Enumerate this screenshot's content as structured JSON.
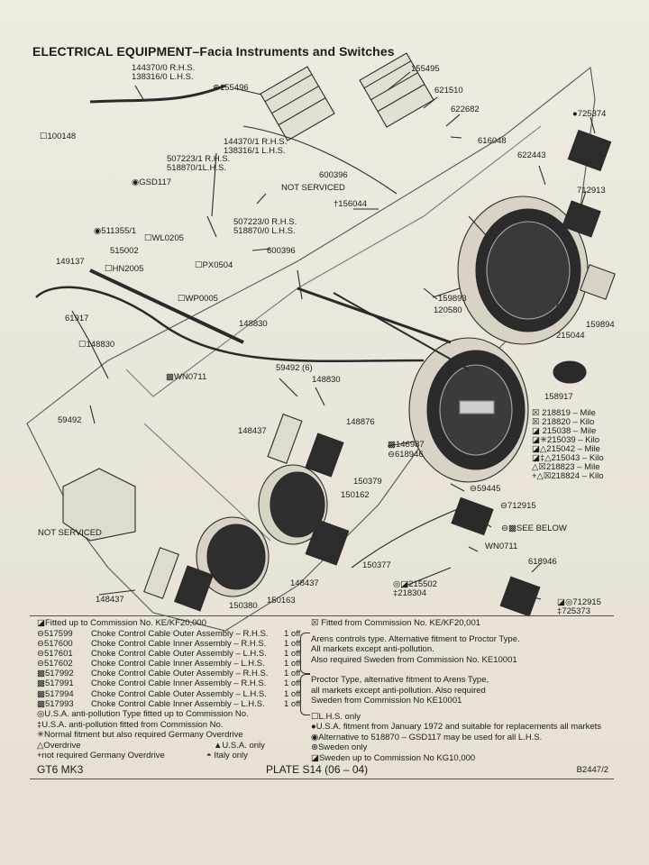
{
  "title": {
    "main": "ELECTRICAL EQUIPMENT",
    "sub": "Facia Instruments and Switches"
  },
  "labels": {
    "p1": "144370/0 R.H.S.",
    "p2": "138316/0 L.H.S.",
    "p3": "⊕155496",
    "p4": "155495",
    "p5": "621510",
    "p6": "622682",
    "p7": "●725374",
    "p8": "☐100148",
    "p9": "144370/1 R.H.S.",
    "p10": "138316/1 L.H.S.",
    "p11": "616048",
    "p12": "622443",
    "p13": "600396",
    "p14": "507223/1 R.H.S.",
    "p15": "518870/1L.H.S.",
    "p16": "◉GSD117",
    "p17": "NOT SERVICED",
    "p18": "712913",
    "p19": "†156044",
    "p20": "507223/0 R.H.S.",
    "p21": "518870/0 L.H.S.",
    "p22": "◉511355/1",
    "p23": "☐WL0205",
    "p24": "600396",
    "p25": "515002",
    "p26": "149137",
    "p27": "☐HN2005",
    "p28": "☐PX0504",
    "p29": "☐WP0005",
    "p30": "159893",
    "p31": "120580",
    "p32": "159894",
    "p33": "61917",
    "p34": "148830",
    "p35": "215044",
    "p36": "☐148830",
    "p37": "▩WN0711",
    "p38": "59492 (6)",
    "p39": "148830",
    "p40": "158917",
    "p41": "59492",
    "p42": "148876",
    "p43": "148437",
    "p44": "▩146987",
    "p45": "⊖618946",
    "p46": "150379",
    "p47": "150162",
    "p48": "⊖59445",
    "p49": "⊖712915",
    "p50": "⊖▩SEE BELOW",
    "p51": "WN0711",
    "p52": "NOT SERVICED",
    "p53": "618946",
    "p54": "150377",
    "p55": "148437",
    "p56": "◎◪215502",
    "p57": "‡218304",
    "p58": "148437",
    "p59": "150380",
    "p60": "150163",
    "p61": "◪◎712915",
    "p62": "‡725373",
    "speedo": [
      "☒ 218819 – Mile",
      "☒ 218820 – Kilo",
      "◪ 215038 – Mile",
      "◪✳215039 – Kilo",
      "◪△215042 – Mile",
      "◪‡△215043 – Kilo",
      "△☒218823 – Mile",
      "+△☒218824 – Kilo"
    ]
  },
  "legend": {
    "top_left": "◪Fitted up to Commission No. KE/KF20,000",
    "top_right": "☒ Fitted from Commission No. KE/KF20,001",
    "parts": [
      {
        "no": "⊖517599",
        "desc": "Choke Control Cable Outer Assembly – R.H.S.",
        "qty": "1 off"
      },
      {
        "no": "⊖517600",
        "desc": "Choke Control Cable Inner Assembly – R.H.S.",
        "qty": "1 off"
      },
      {
        "no": "⊖517601",
        "desc": "Choke Control Cable Outer Assembly – L.H.S.",
        "qty": "1 off"
      },
      {
        "no": "⊖517602",
        "desc": "Choke Control Cable Inner Assembly – L.H.S.",
        "qty": "1 off"
      },
      {
        "no": "▩517992",
        "desc": "Choke Control Cable Outer Assembly – R.H.S.",
        "qty": "1 off"
      },
      {
        "no": "▩517991",
        "desc": "Choke Control Cable Inner Assembly – R.H.S.",
        "qty": "1 off"
      },
      {
        "no": "▩517994",
        "desc": "Choke Control Cable Outer Assembly – L.H.S.",
        "qty": "1 off"
      },
      {
        "no": "▩517993",
        "desc": "Choke Control Cable Inner Assembly – L.H.S.",
        "qty": "1 off"
      }
    ],
    "note_a": [
      "Arens controls type. Alternative fitment to Proctor Type.",
      "All markets except anti-pollution.",
      "Also required Sweden from Commission No. KE10001"
    ],
    "note_b": [
      "Proctor Type, alternative fitment to Arens Type,",
      "all markets except anti-pollution. Also required",
      "Sweden from Commission No KE10001"
    ],
    "left_notes": [
      "◎U.S.A. anti-pollution Type fitted up to Commission No.",
      "‡U.S.A. anti-pollution fitted from Commission No.",
      "✳Normal fitment but also required Germany Overdrive",
      "△Overdrive",
      "+not required Germany Overdrive"
    ],
    "usa_only": "▲U.S.A. only",
    "italy_only": "◓ Italy only",
    "right_notes": [
      "☐L.H.S. only",
      "●U.S.A. fitment from January 1972 and suitable for replacements all markets",
      "◉Alternative to 518870 – GSD117 may be used for all L.H.S.",
      "⊕Sweden only",
      "◪Sweden up to Commission No KG10,000"
    ]
  },
  "footer": {
    "model": "GT6 MK3",
    "plate": "PLATE S14 (06 – 04)",
    "code": "B2447/2"
  }
}
